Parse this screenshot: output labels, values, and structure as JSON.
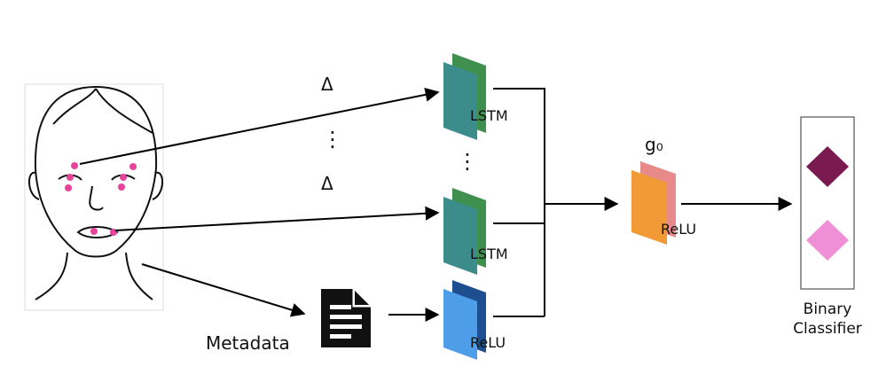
{
  "labels": {
    "delta_top": "Δ",
    "delta_bottom": "Δ",
    "vdots_left": "⋮",
    "vdots_middle": "⋮",
    "lstm_top": "LSTM",
    "lstm_bottom": "LSTM",
    "relu_meta": "ReLU",
    "g0": "g₀",
    "relu_g0": "ReLU",
    "metadata": "Metadata",
    "classifier_line1": "Binary",
    "classifier_line2": "Classifier"
  },
  "colors": {
    "lstm_back": "#3f8f4f",
    "lstm_front": "#3d8c8c",
    "relu_meta_back": "#1d4e8f",
    "relu_meta_front": "#4d9de8",
    "g0_back": "#e98a8a",
    "g0_front": "#f29a36",
    "landmark": "#e8439a",
    "class_dark": "#7a1a50",
    "class_light": "#ef8fd6"
  },
  "icons": [
    "face-icon",
    "document-icon"
  ]
}
